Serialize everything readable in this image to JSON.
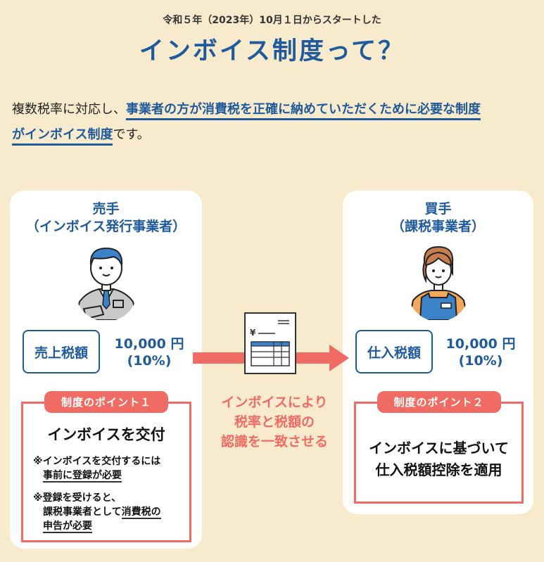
{
  "header": {
    "subtitle": "令和５年（2023年）10月１日からスタートした",
    "title": "インボイス制度って？"
  },
  "intro": {
    "prefix": "複数税率に対応し、",
    "emphasis_line1": "事業者の方が消費税を正確に納めていただくために必要な制度",
    "emphasis_line2": "がインボイス制度",
    "suffix": "です。"
  },
  "seller": {
    "title_line1": "売手",
    "title_line2": "（インボイス発行事業者）",
    "avatar_icon": "businessman-icon",
    "tax_label": "売上税額",
    "amount": "10,000 円",
    "rate": "(10%)",
    "point_tag": "制度のポイント１",
    "point_heading": "インボイスを交付",
    "notes": [
      {
        "mark": "※",
        "line1": "インボイスを交付するには",
        "line2_underlined": "事前に登録が必要"
      },
      {
        "mark": "※",
        "line1": "登録を受けると、",
        "line2": "課税事業者として",
        "line2_underlined": "消費税の",
        "line3_underlined": "申告が必要"
      }
    ]
  },
  "buyer": {
    "title_line1": "買手",
    "title_line2": "（課税事業者）",
    "avatar_icon": "shop-staff-woman-icon",
    "tax_label": "仕入税額",
    "amount": "10,000 円",
    "rate": "(10%)",
    "point_tag": "制度のポイント２",
    "point_line1": "インボイスに基づいて",
    "point_line2": "仕入税額控除を適用"
  },
  "middle": {
    "document_icon": "invoice-document-icon",
    "yen_symbol": "¥",
    "line1": "インボイスにより",
    "line2": "税率と税額の",
    "line3": "認識を一致させる"
  },
  "colors": {
    "background": "#f8ebcd",
    "brand_blue": "#1e5a9c",
    "accent_red": "#ef6b63",
    "card": "#ffffff"
  }
}
